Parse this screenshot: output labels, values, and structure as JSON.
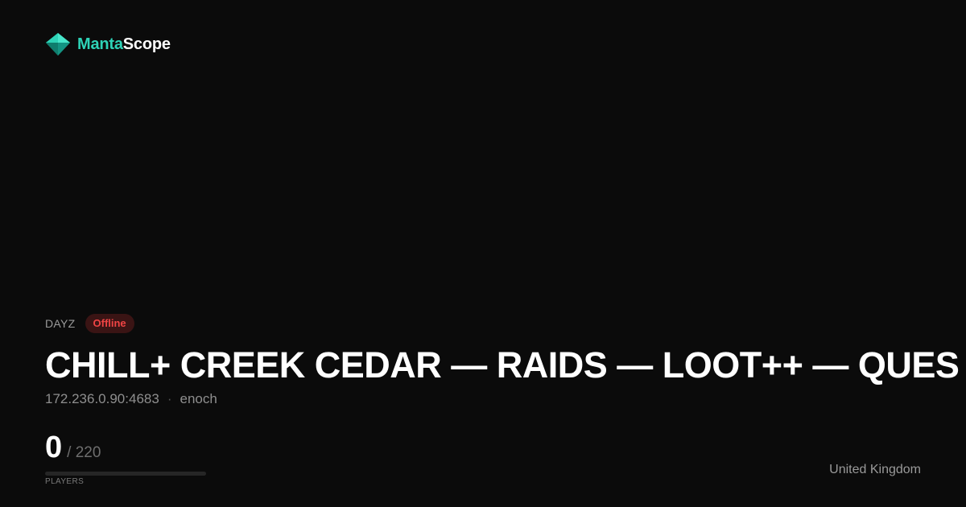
{
  "brand": {
    "name_accent": "Manta",
    "name_rest": "Scope",
    "logo_icon": "manta-diamond-icon",
    "accent_color": "#2ed3b7"
  },
  "server": {
    "game": "DAYZ",
    "status": "Offline",
    "status_color": "#ef4444",
    "title": "CHILL+ CREEK CEDAR — RAIDS — LOOT++ — QUES",
    "address": "172.236.0.90:4683",
    "separator": "·",
    "map": "enoch",
    "players": {
      "current": "0",
      "max": "/ 220",
      "label": "PLAYERS",
      "fill_fraction": 0
    },
    "country": "United Kingdom"
  }
}
